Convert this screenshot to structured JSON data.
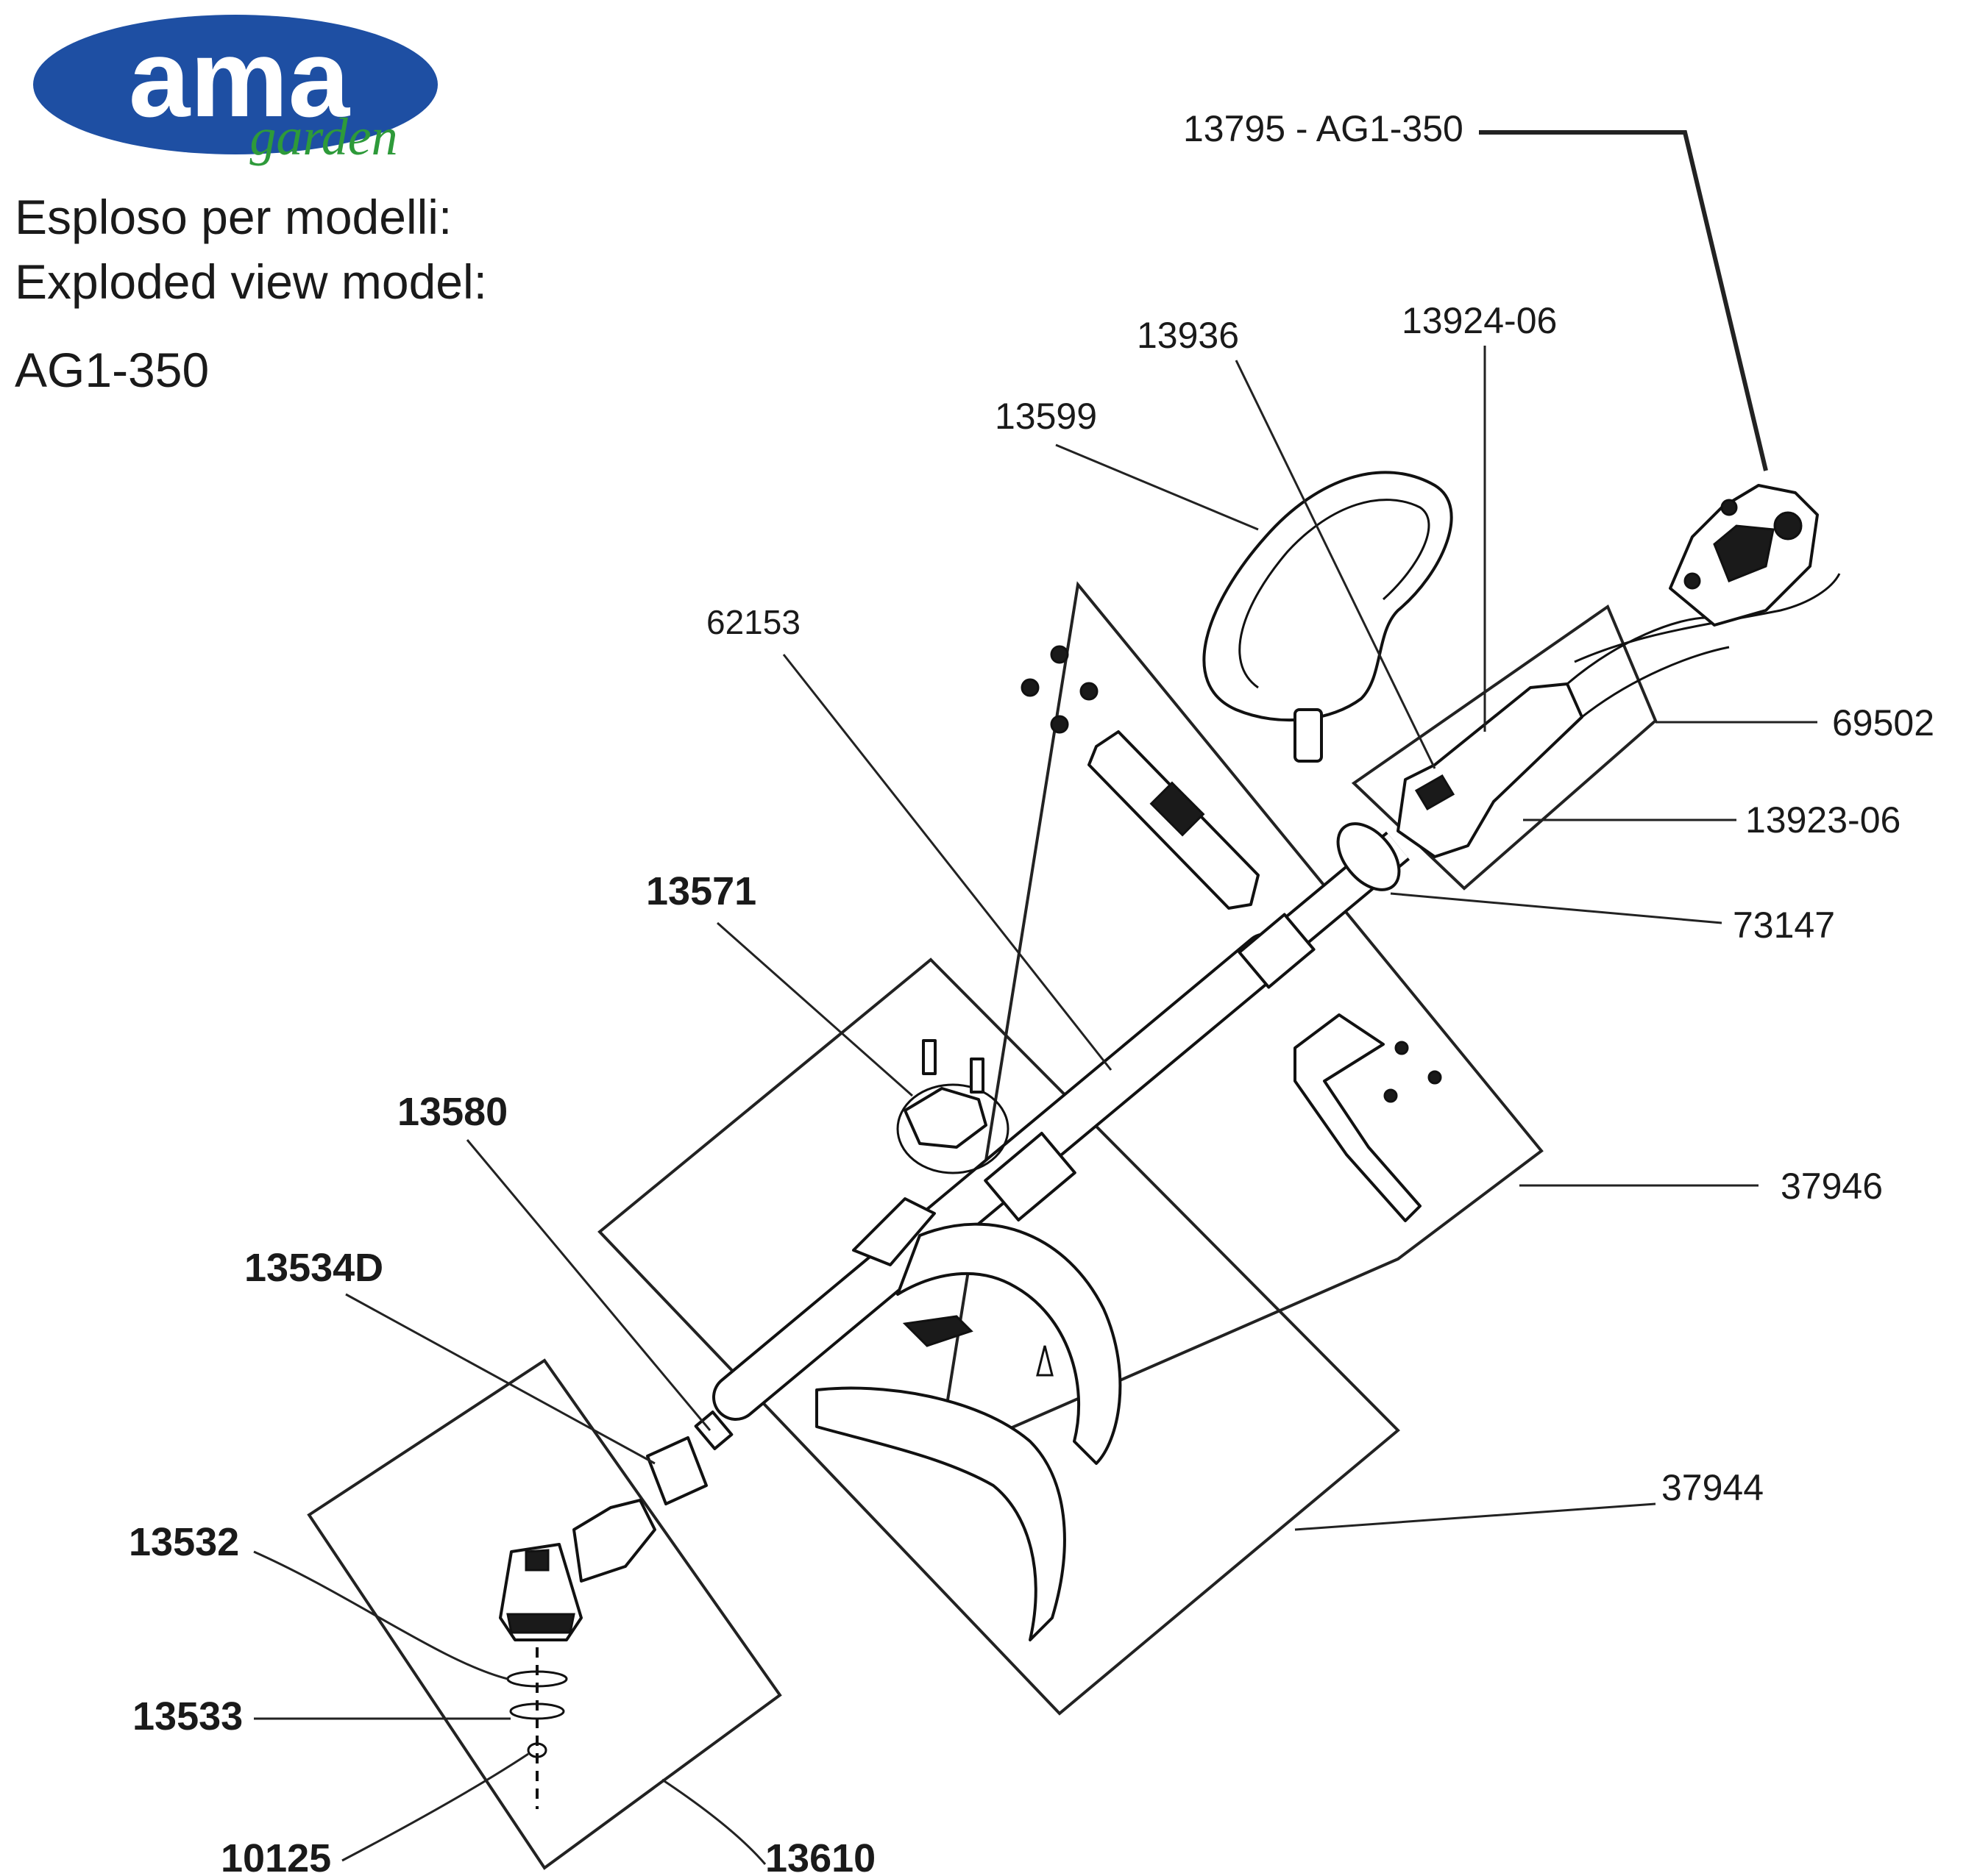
{
  "brand": {
    "logo_text": "ama",
    "logo_subtext": "garden",
    "logo_color": "#1e4fa3",
    "sub_color": "#2e9a3a"
  },
  "header": {
    "line1": "Esploso per modelli:",
    "line2": "Exploded view model:",
    "model": "AG1-350"
  },
  "parts": [
    {
      "id": "p13795",
      "code": "13795 - AG1-350"
    },
    {
      "id": "p13936",
      "code": "13936"
    },
    {
      "id": "p13924",
      "code": "13924-06"
    },
    {
      "id": "p13599",
      "code": "13599"
    },
    {
      "id": "p62153",
      "code": "62153"
    },
    {
      "id": "p69502",
      "code": "69502"
    },
    {
      "id": "p13923",
      "code": "13923-06"
    },
    {
      "id": "p73147",
      "code": "73147"
    },
    {
      "id": "p13571",
      "code": "13571"
    },
    {
      "id": "p13580",
      "code": "13580"
    },
    {
      "id": "p37946",
      "code": "37946"
    },
    {
      "id": "p13534D",
      "code": "13534D"
    },
    {
      "id": "p37944",
      "code": "37944"
    },
    {
      "id": "p13532",
      "code": "13532"
    },
    {
      "id": "p13533",
      "code": "13533"
    },
    {
      "id": "p10125",
      "code": "10125"
    },
    {
      "id": "p13610",
      "code": "13610"
    }
  ]
}
